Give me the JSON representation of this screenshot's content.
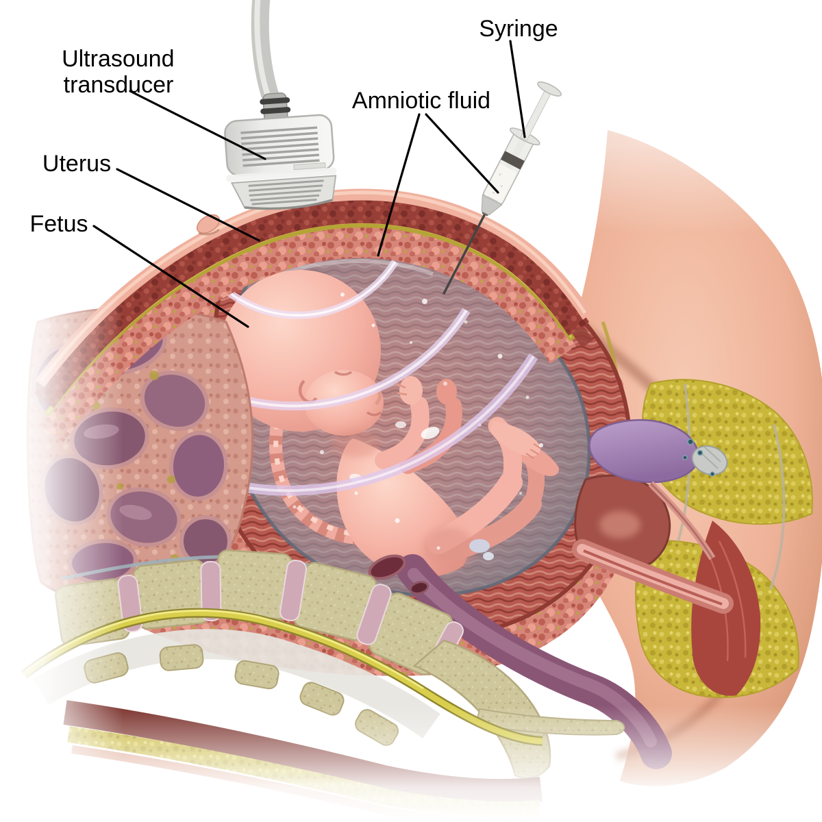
{
  "figure": {
    "labels": {
      "ultrasound_transducer": {
        "line1": "Ultrasound",
        "line2": "transducer"
      },
      "uterus": "Uterus",
      "fetus": "Fetus",
      "amniotic_fluid": "Amniotic fluid",
      "syringe": "Syringe"
    },
    "palette": {
      "background": "#ffffff",
      "label_text": "#000000",
      "leader_line": "#000000",
      "skin": "#f2b49e",
      "subcutaneous_fat": "#d58678",
      "abdominal_muscle": "#973f37",
      "fascia_yellow": "#b5a436",
      "uterine_wall": "#b85a50",
      "amniotic_sac": "#8d99ab",
      "fetal_skin": "#f5b5a8",
      "umbilical_cord": "#f0aca0",
      "intestine": "#8e5f7d",
      "bone": "#cfc79c",
      "spinal_cord": "#d9cf4c",
      "bladder": "#a98abc",
      "rectum": "#8a5676",
      "pelvic_fat": "#c9b73a",
      "device_gray": "#ececea",
      "needle_gray": "#4a4a48",
      "ultrasound_wave": "#e8d9f2"
    }
  }
}
